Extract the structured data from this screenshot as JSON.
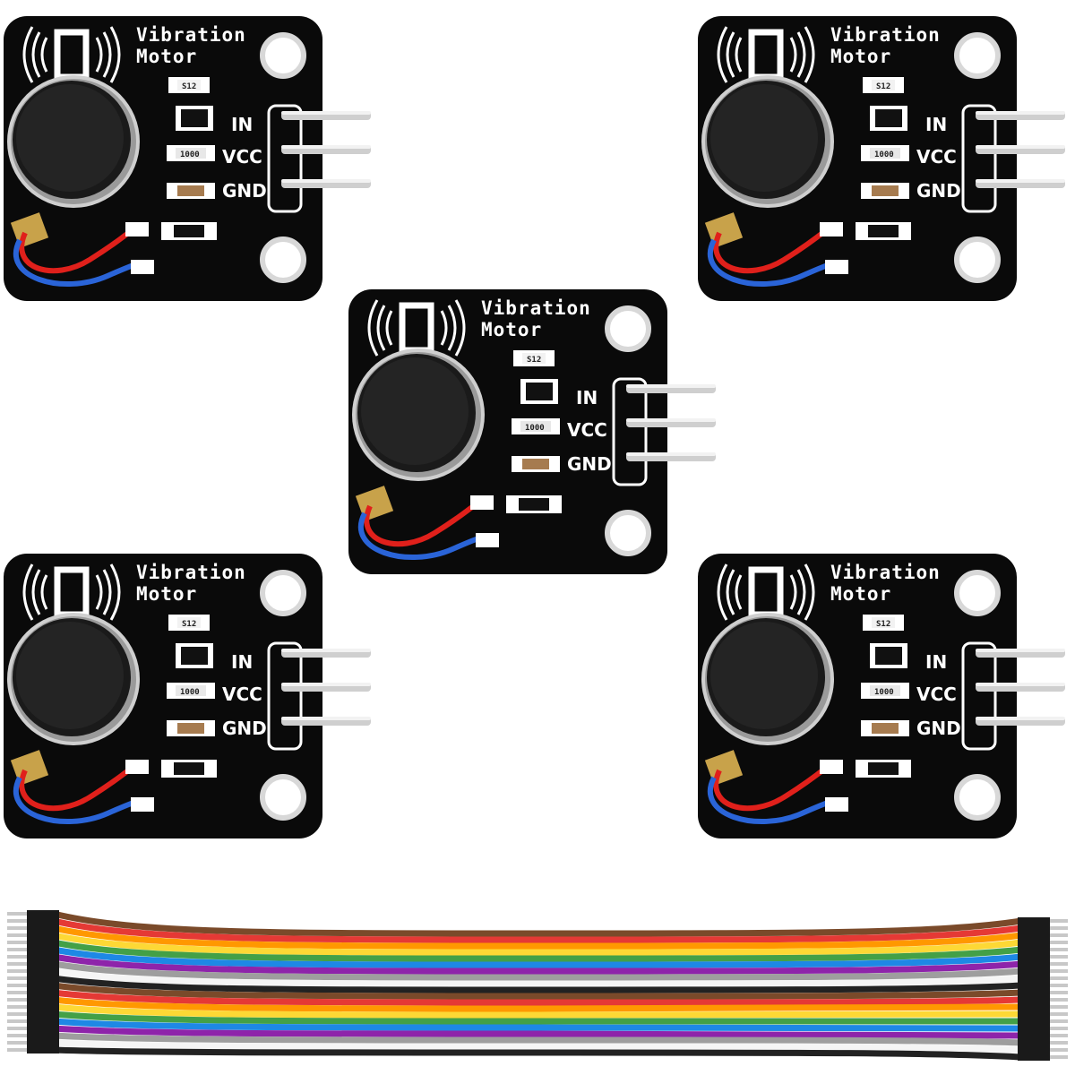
{
  "module": {
    "title_line1": "Vibration",
    "title_line2": "Motor",
    "pins": [
      "IN",
      "VCC",
      "GND"
    ],
    "chip_mark": "S12",
    "resistor_mark": "1000"
  },
  "modules": [
    {
      "name": "module-top-left"
    },
    {
      "name": "module-top-right"
    },
    {
      "name": "module-center"
    },
    {
      "name": "module-bottom-left"
    },
    {
      "name": "module-bottom-right"
    }
  ],
  "cable": {
    "wire_colors": [
      "#7a4a2a",
      "#e53935",
      "#ff9800",
      "#fdd835",
      "#43a047",
      "#1e88e5",
      "#8e24aa",
      "#9e9e9e",
      "#f5f5f5",
      "#222222"
    ]
  }
}
